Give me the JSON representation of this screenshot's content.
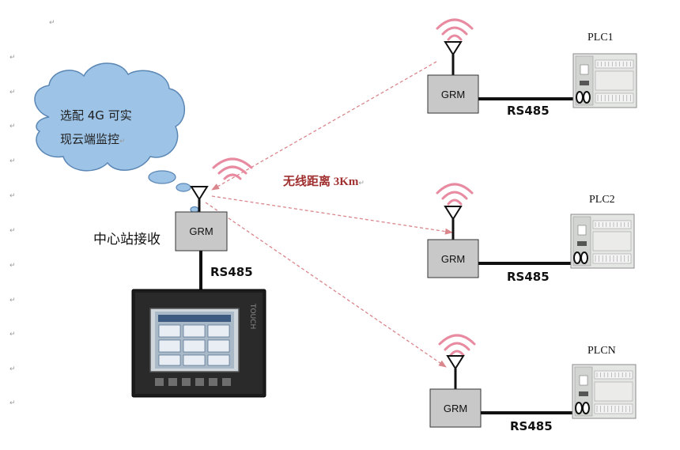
{
  "cloud": {
    "line1": "选配 4G 可实",
    "line2": "现云端监控"
  },
  "center": {
    "label": "中心站接收",
    "grm": "GRM",
    "link": "RS485",
    "hmi_brand": "TOUCH"
  },
  "distance_label": "无线距离 3Km",
  "nodes": [
    {
      "plc": "PLC1",
      "grm": "GRM",
      "link": "RS485"
    },
    {
      "plc": "PLC2",
      "grm": "GRM",
      "link": "RS485"
    },
    {
      "plc": "PLCN",
      "grm": "GRM",
      "link": "RS485"
    }
  ],
  "paragraph_mark": "↵",
  "colors": {
    "cloud_fill": "#9dc3e6",
    "cloud_stroke": "#5b87b5",
    "signal": "#e88aa0",
    "dashed_link": "#d9868c",
    "distance_text": "#a0302f",
    "grm_fill": "#c8c8c8"
  }
}
